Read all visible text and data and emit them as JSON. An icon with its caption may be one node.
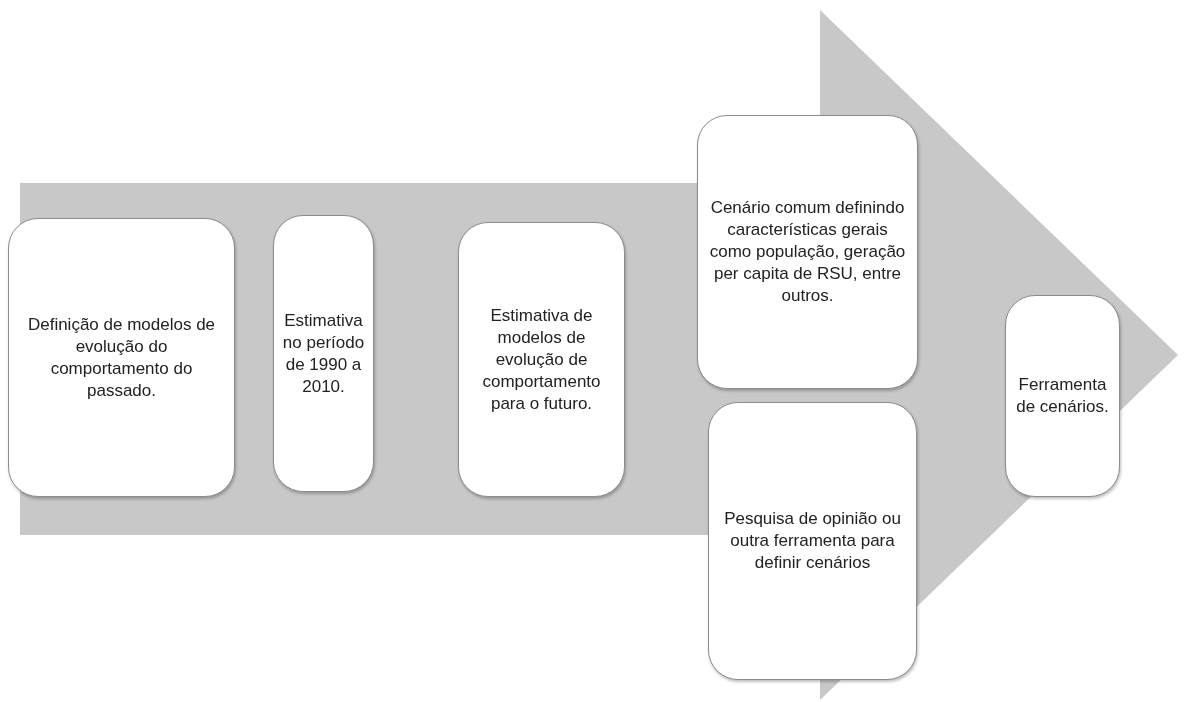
{
  "diagram": {
    "nodes": [
      {
        "text": [
          "Definição de modelos de evolução do comportamento do passado."
        ]
      },
      {
        "text": [
          "Estimativa no período de 1990 a 2010."
        ]
      },
      {
        "text": [
          "Estimativa de modelos de evolução de comportamento para o futuro."
        ]
      },
      {
        "text": [
          "Cenário comum definindo características gerais como população, geração per capita de RSU, entre outros."
        ]
      },
      {
        "text": [
          "Pesquisa de opinião ou outra ferramenta para definir cenários"
        ]
      },
      {
        "text": [
          "Ferramenta de cenários."
        ]
      }
    ]
  }
}
